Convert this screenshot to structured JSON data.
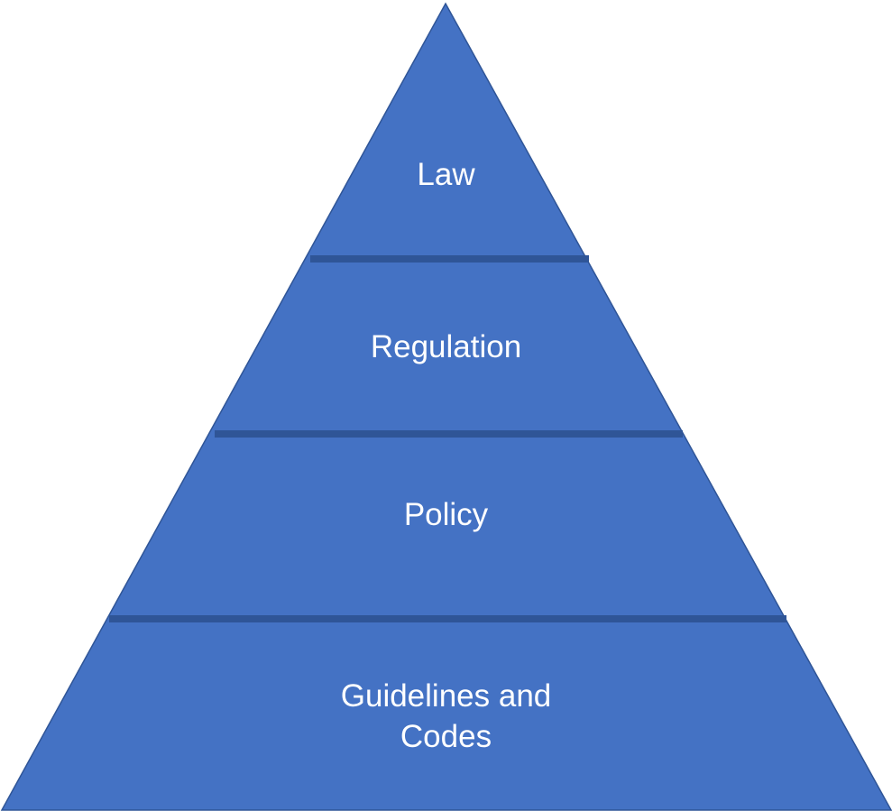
{
  "diagram": {
    "type": "pyramid",
    "colors": {
      "fill": "#4472C4",
      "divider": "#2F5597",
      "edge": "#2F5597",
      "text": "#FFFFFF",
      "background": "#FFFFFF"
    },
    "tiers": [
      {
        "label": "Law"
      },
      {
        "label": "Regulation"
      },
      {
        "label": "Policy"
      },
      {
        "label": "Guidelines and\nCodes"
      }
    ]
  }
}
